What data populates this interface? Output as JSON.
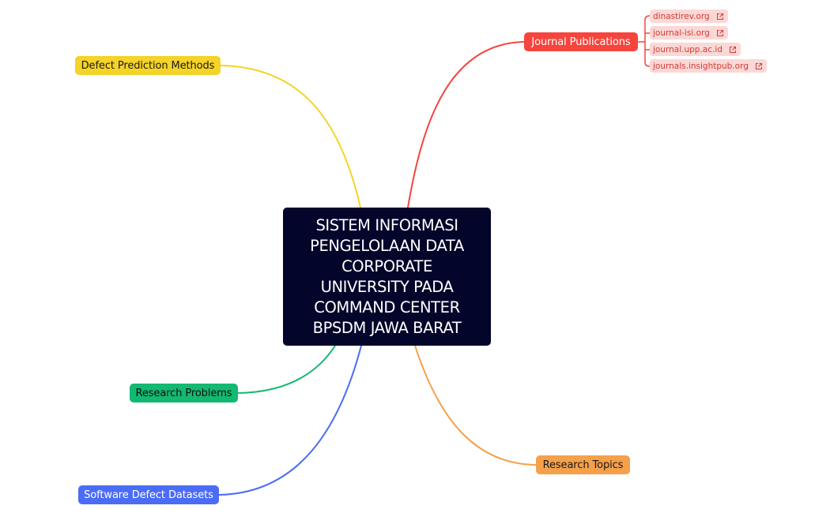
{
  "root": {
    "title_lines": [
      "SISTEM INFORMASI",
      "PENGELOLAAN DATA",
      "CORPORATE",
      "UNIVERSITY PADA",
      "COMMAND CENTER",
      "BPSDM JAWA BARAT"
    ],
    "color": "#03052a"
  },
  "branches": {
    "defect_methods": {
      "label": "Defect Prediction Methods",
      "color": "#f5d327"
    },
    "journal": {
      "label": "Journal Publications",
      "color": "#f5453d",
      "links": [
        {
          "label": "dinastirev.org",
          "icon": "external-link-icon"
        },
        {
          "label": "journal-isi.org",
          "icon": "external-link-icon"
        },
        {
          "label": "journal.upp.ac.id",
          "icon": "external-link-icon"
        },
        {
          "label": "journals.insightpub.org",
          "icon": "external-link-icon"
        }
      ]
    },
    "problems": {
      "label": "Research Problems",
      "color": "#13b871"
    },
    "datasets": {
      "label": "Software Defect Datasets",
      "color": "#4a6cf7"
    },
    "topics": {
      "label": "Research Topics",
      "color": "#f5a04a"
    }
  }
}
